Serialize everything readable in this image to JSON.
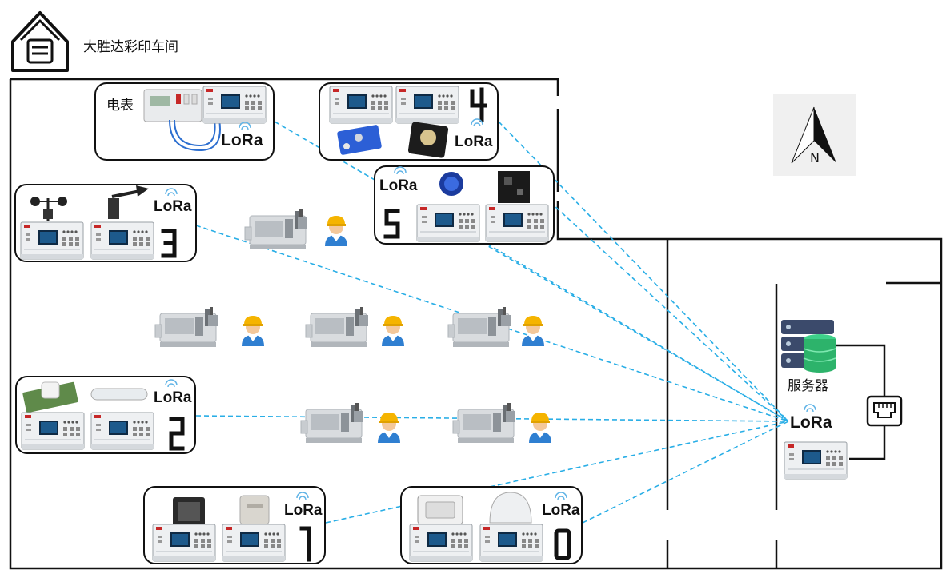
{
  "header": {
    "workshop_title": "大胜达彩印车间",
    "home_icon": "house-icon"
  },
  "labels": {
    "meter": "电表",
    "server": "服务器",
    "compass_letter": "N"
  },
  "lora_text": "LoRa",
  "nodes": [
    {
      "id": "meter",
      "number": ""
    },
    {
      "id": "node-4",
      "number": "4"
    },
    {
      "id": "node-5",
      "number": "5"
    },
    {
      "id": "node-3",
      "number": "3"
    },
    {
      "id": "node-2",
      "number": "2"
    },
    {
      "id": "node-1",
      "number": "1"
    },
    {
      "id": "node-0",
      "number": "0"
    }
  ],
  "colors": {
    "link": "#29aee6",
    "wall": "#111111",
    "server_dark": "#3b4a6b",
    "server_green": "#2db36b"
  }
}
